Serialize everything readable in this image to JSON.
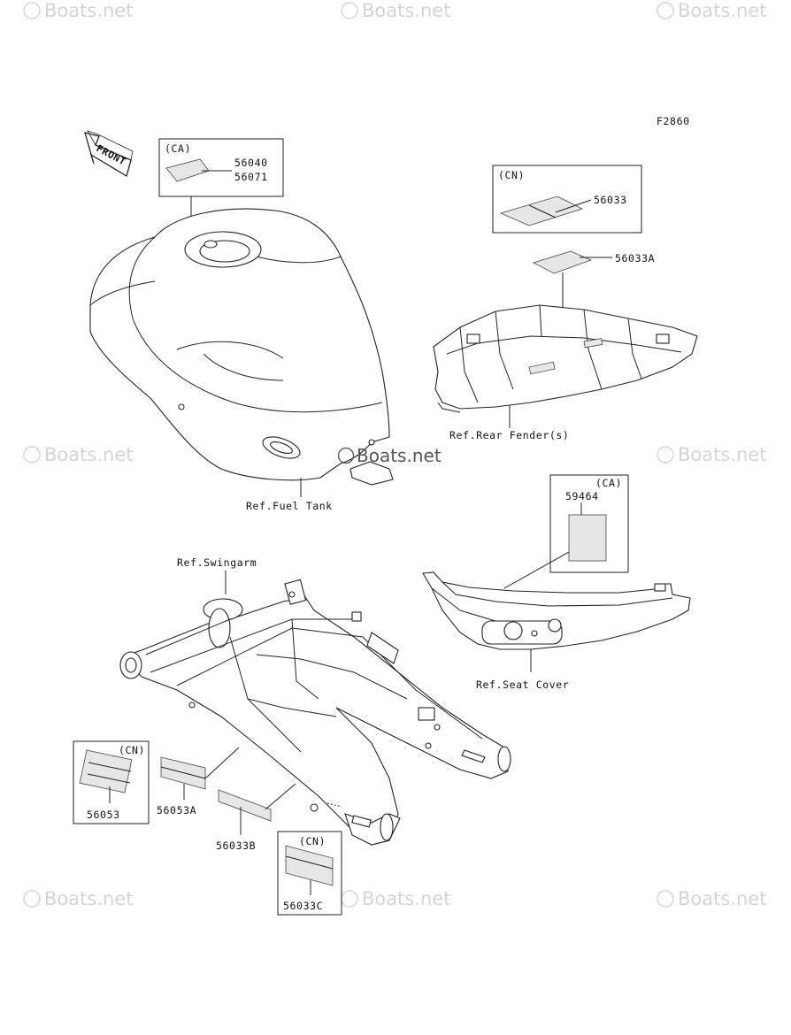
{
  "diagram": {
    "figure_code": "F2860",
    "front_label": "FRONT",
    "watermark": "Boats.net",
    "watermark_center": "Boats.net",
    "callouts": {
      "tank_box_region": "(CA)",
      "tank_part_1": "56040",
      "tank_part_2": "56071",
      "fender_box_region": "(CN)",
      "fender_part_boxed": "56033",
      "fender_part_a": "56033A",
      "seat_box_region": "(CA)",
      "seat_part": "59464",
      "swing_box_region": "(CN)",
      "swing_part_boxed": "56053",
      "swing_part_a": "56053A",
      "swing_part_b": "56033B",
      "swing_box2_region": "(CN)",
      "swing_part_c": "56033C"
    },
    "references": {
      "fuel_tank": "Ref.Fuel Tank",
      "rear_fender": "Ref.Rear Fender(s)",
      "swingarm": "Ref.Swingarm",
      "seat_cover": "Ref.Seat Cover"
    }
  }
}
